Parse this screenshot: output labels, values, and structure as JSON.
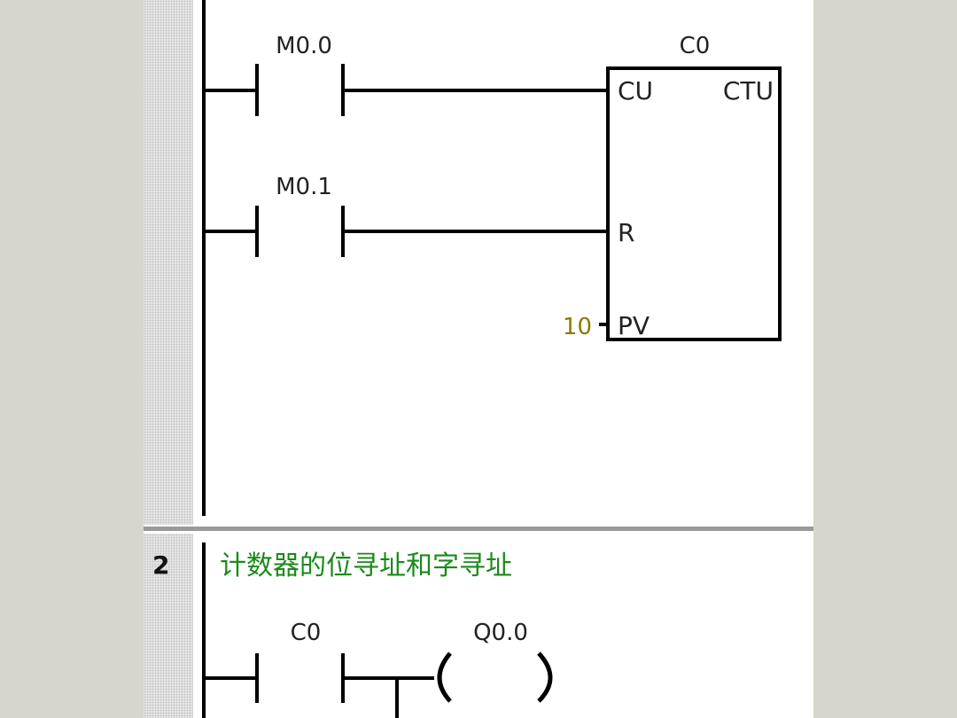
{
  "network1": {
    "contact1": {
      "address": "M0.0"
    },
    "contact2": {
      "address": "M0.1"
    },
    "counter": {
      "name": "C0",
      "type": "CTU",
      "pin_cu": "CU",
      "pin_r": "R",
      "pin_pv": "PV",
      "preset": "10"
    }
  },
  "network2": {
    "number": "2",
    "comment": "计数器的位寻址和字寻址",
    "contact": {
      "address": "C0"
    },
    "coil": {
      "address": "Q0.0"
    }
  },
  "colors": {
    "comment": "#1a8a1a",
    "preset": "#8a7a00"
  }
}
